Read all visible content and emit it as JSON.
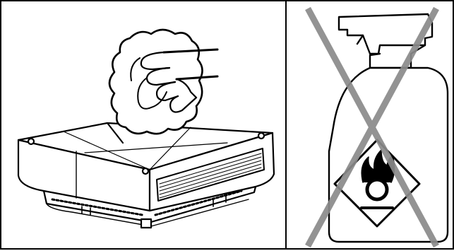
{
  "figure": {
    "panels": [
      {
        "id": "left",
        "depicts": [
          "projector",
          "cleaning-cloth-hand"
        ]
      },
      {
        "id": "right",
        "depicts": [
          "spray-bottle",
          "oxidizer-hazard-symbol",
          "prohibition-cross"
        ]
      }
    ],
    "colors": {
      "stroke": "#000000",
      "background": "#ffffff",
      "prohibition_cross": "#8a8a8a"
    }
  }
}
